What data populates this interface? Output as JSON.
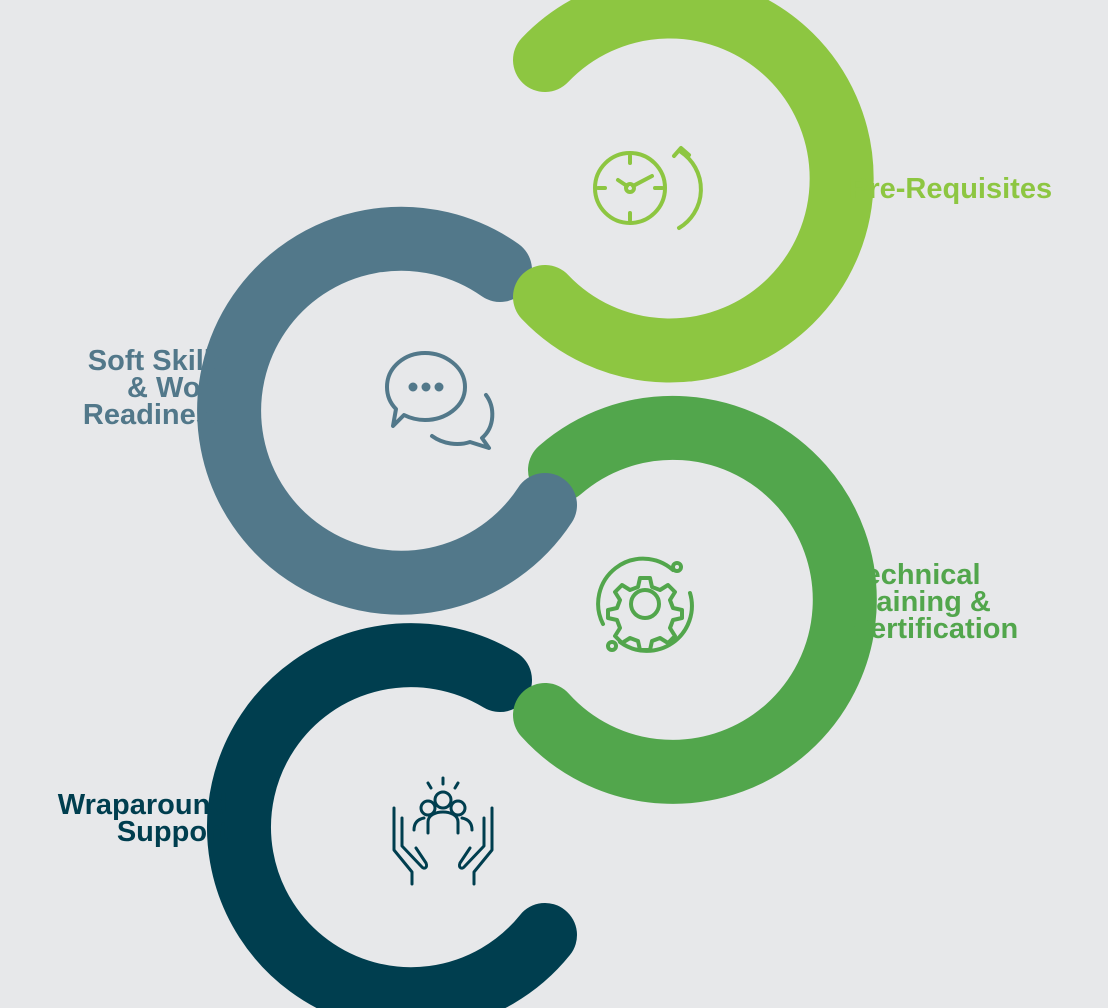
{
  "background": "#e7e8ea",
  "steps": [
    {
      "id": "pre-requisites",
      "label_lines": [
        "Pre-Requisites"
      ],
      "color": "#8dc641",
      "icon": "clock-refresh-icon",
      "label_side": "right"
    },
    {
      "id": "soft-skills",
      "label_lines": [
        "Soft Skills",
        "& Work",
        "Readiness"
      ],
      "color": "#52788a",
      "icon": "chat-bubbles-icon",
      "label_side": "left"
    },
    {
      "id": "technical-training",
      "label_lines": [
        "Technical",
        "Training &",
        "Certification"
      ],
      "color": "#52a64c",
      "icon": "gear-cycle-icon",
      "label_side": "right"
    },
    {
      "id": "wraparound-support",
      "label_lines": [
        "Wraparound",
        "Support"
      ],
      "color": "#003e4f",
      "icon": "hands-people-icon",
      "label_side": "left"
    }
  ]
}
